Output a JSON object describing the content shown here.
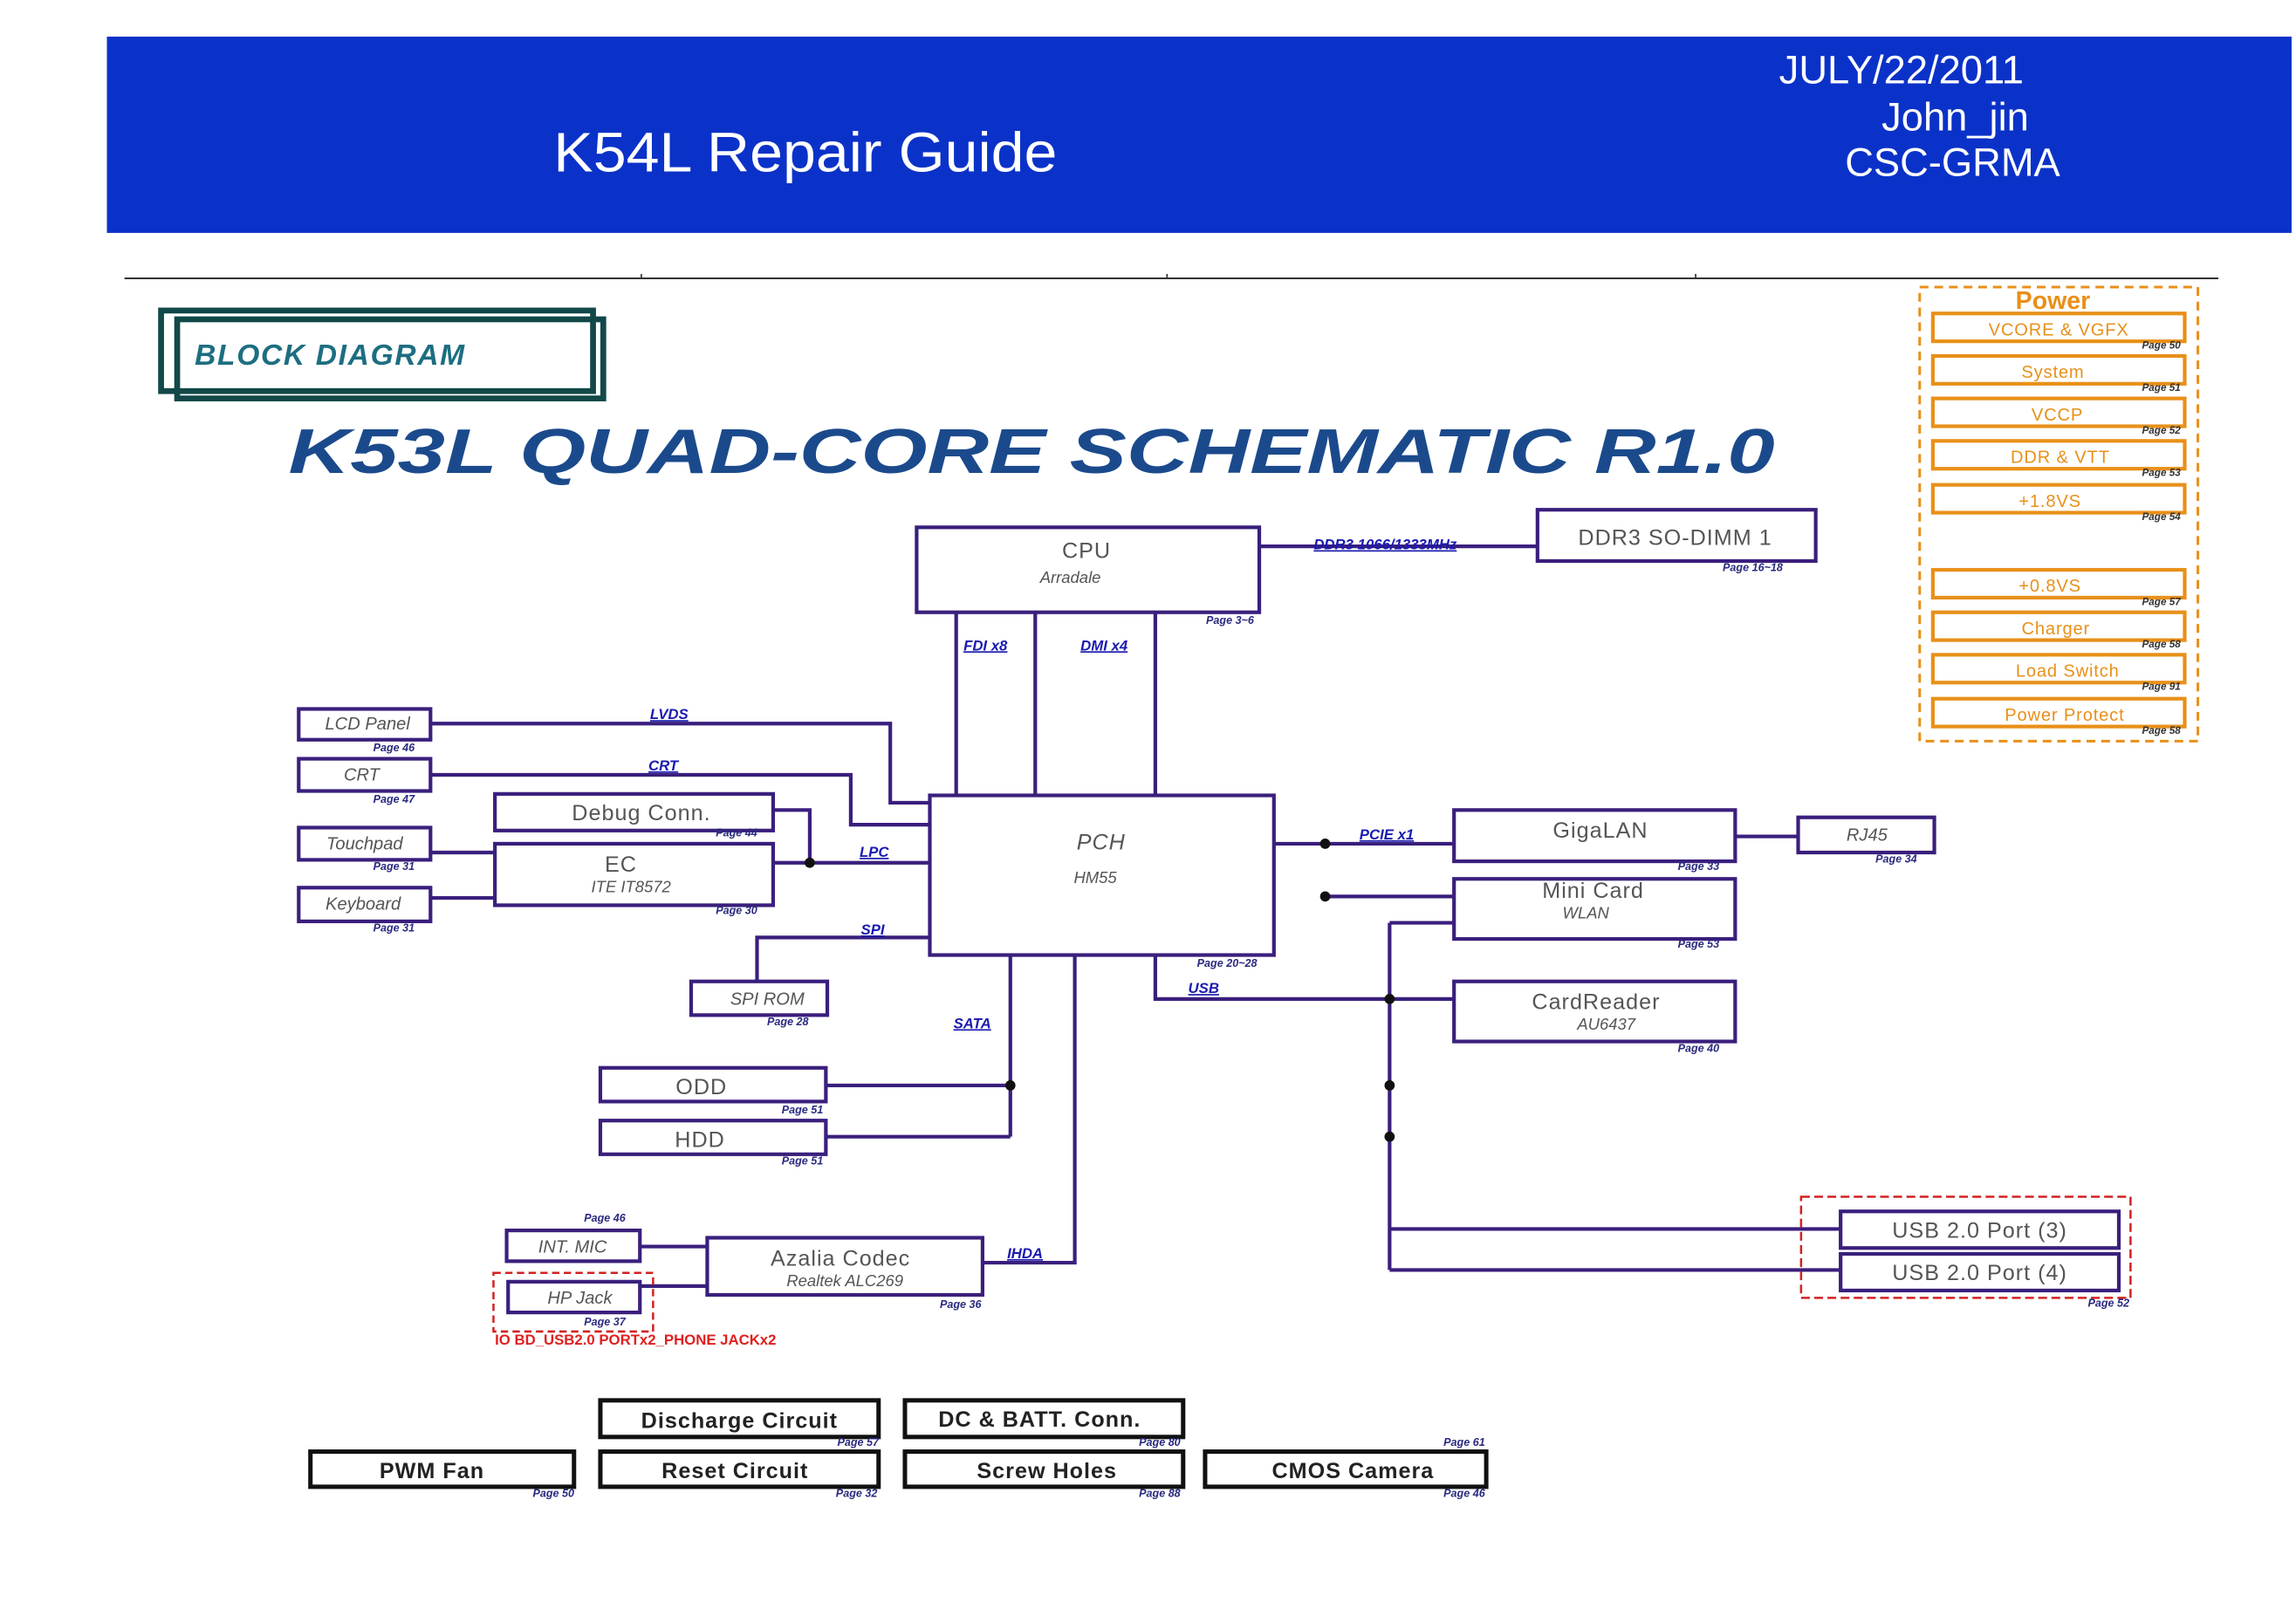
{
  "header": {
    "title": "K54L Repair Guide",
    "date": "JULY/22/2011",
    "author": "John_jin",
    "org": "CSC-GRMA"
  },
  "section_badge": "BLOCK DIAGRAM",
  "schematic_title": "K53L QUAD-CORE SCHEMATIC R1.0",
  "power": {
    "title": "Power",
    "items": [
      {
        "label": "VCORE & VGFX",
        "page": "Page 50"
      },
      {
        "label": "System",
        "page": "Page 51"
      },
      {
        "label": "VCCP",
        "page": "Page 52"
      },
      {
        "label": "DDR & VTT",
        "page": "Page 53"
      },
      {
        "label": "+1.8VS",
        "page": "Page 54"
      },
      {
        "label": "+0.8VS",
        "page": "Page 57"
      },
      {
        "label": "Charger",
        "page": "Page 58"
      },
      {
        "label": "Load Switch",
        "page": "Page 91"
      },
      {
        "label": "Power Protect",
        "page": "Page 58"
      }
    ]
  },
  "blocks": {
    "cpu": {
      "label": "CPU",
      "sub": "Arradale",
      "page": "Page 3~6"
    },
    "dimm": {
      "label": "DDR3 SO-DIMM 1",
      "page": "Page 16~18"
    },
    "pch": {
      "label": "PCH",
      "sub": "HM55",
      "page": "Page 20~28"
    },
    "lcd": {
      "label": "LCD Panel",
      "page": "Page 46"
    },
    "crt": {
      "label": "CRT",
      "page": "Page 47"
    },
    "debug": {
      "label": "Debug Conn.",
      "page": "Page 44"
    },
    "ec": {
      "label": "EC",
      "sub": "ITE IT8572",
      "page": "Page 30"
    },
    "touchpad": {
      "label": "Touchpad",
      "page": "Page 31"
    },
    "keyboard": {
      "label": "Keyboard",
      "page": "Page 31"
    },
    "spirom": {
      "label": "SPI ROM",
      "page": "Page 28"
    },
    "odd": {
      "label": "ODD",
      "page": "Page 51"
    },
    "hdd": {
      "label": "HDD",
      "page": "Page 51"
    },
    "codec": {
      "label": "Azalia Codec",
      "sub": "Realtek ALC269",
      "page": "Page 36"
    },
    "mic": {
      "label": "INT. MIC",
      "page": "Page 46"
    },
    "hpjack": {
      "label": "HP Jack",
      "page": "Page 37"
    },
    "gigalan": {
      "label": "GigaLAN",
      "page": "Page 33"
    },
    "rj45": {
      "label": "RJ45",
      "page": "Page 34"
    },
    "minicard": {
      "label": "Mini Card",
      "sub": "WLAN",
      "page": "Page 53"
    },
    "cardreader": {
      "label": "CardReader",
      "sub": "AU6437",
      "page": "Page 40"
    },
    "usb3": {
      "label": "USB 2.0 Port (3)"
    },
    "usb4": {
      "label": "USB 2.0 Port (4)"
    },
    "usb_page": "Page 52"
  },
  "buses": {
    "ddr3": "DDR3 1066/1333MHz",
    "fdi": "FDI x8",
    "dmi": "DMI x4",
    "lvds": "LVDS",
    "crt": "CRT",
    "lpc": "LPC",
    "spi": "SPI",
    "sata": "SATA",
    "ihda": "IHDA",
    "usb": "USB",
    "pcie": "PCIE x1"
  },
  "io_board_note": "IO BD_USB2.0 PORTx2_PHONE JACKx2",
  "misc": {
    "discharge": {
      "label": "Discharge Circuit",
      "page": "Page 57"
    },
    "dcbatt": {
      "label": "DC & BATT. Conn.",
      "page": "Page 80"
    },
    "pwmfan": {
      "label": "PWM Fan",
      "page": "Page 50"
    },
    "reset": {
      "label": "Reset Circuit",
      "page": "Page 32"
    },
    "screw": {
      "label": "Screw Holes",
      "page": "Page 88"
    },
    "cmos": {
      "label": "CMOS Camera",
      "page_top": "Page 61",
      "page": "Page 46"
    }
  },
  "colors": {
    "header": "#0b32c8",
    "block_border": "#3a1f7d",
    "power": "#e8901a",
    "io_board": "#e02020",
    "bus_label": "#1a1ab0",
    "title": "#1b4a8c"
  }
}
